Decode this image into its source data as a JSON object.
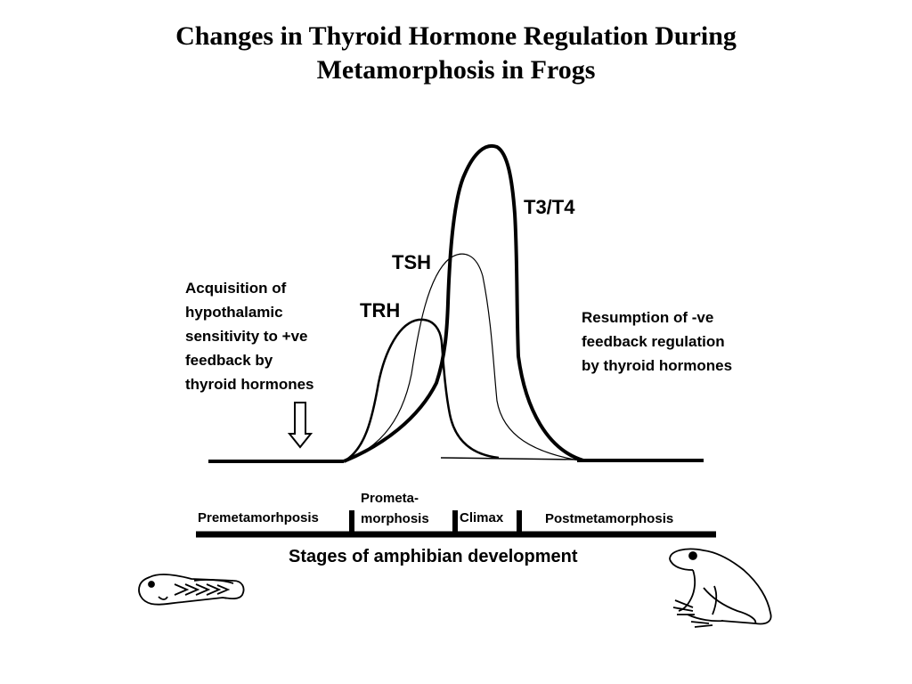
{
  "title": {
    "line1": "Changes in Thyroid Hormone Regulation During",
    "line2": "Metamorphosis in Frogs"
  },
  "curves": {
    "t3t4": "T3/T4",
    "tsh": "TSH",
    "trh": "TRH"
  },
  "notes": {
    "left": [
      "Acquisition of",
      "hypothalamic",
      "sensitivity to +ve",
      "feedback by",
      "thyroid hormones"
    ],
    "right": [
      "Resumption of -ve",
      "feedback regulation",
      "by thyroid hormones"
    ]
  },
  "stages": {
    "premet": "Premetamorhposis",
    "prometa_1": "Prometa-",
    "prometa_2": "morphosis",
    "climax": "Climax",
    "postmet": "Postmetamorphosis"
  },
  "axis_title": "Stages of amphibian development",
  "icons": {
    "arrow": "down-arrow-icon",
    "tadpole": "tadpole-icon",
    "frog": "frog-icon"
  },
  "colors": {
    "ink": "#000000",
    "background": "#ffffff"
  }
}
